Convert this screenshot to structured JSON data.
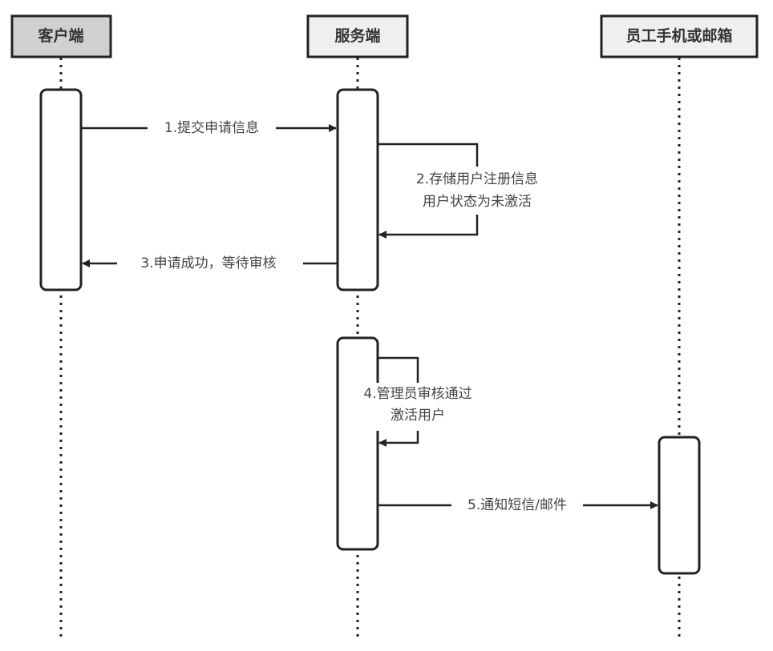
{
  "diagram": {
    "type": "sequence",
    "participants": [
      {
        "id": "client",
        "label": "客户端",
        "fill": "#d0d0d0"
      },
      {
        "id": "server",
        "label": "服务端",
        "fill": "#efefef"
      },
      {
        "id": "staff",
        "label": "员工手机或邮箱",
        "fill": "#efefef"
      }
    ],
    "messages": [
      {
        "step": 1,
        "from": "client",
        "to": "server",
        "kind": "sync",
        "lines": [
          "1.提交申请信息"
        ]
      },
      {
        "step": 2,
        "from": "server",
        "to": "server",
        "kind": "self",
        "lines": [
          "2.存储用户注册信息",
          "用户状态为未激活"
        ]
      },
      {
        "step": 3,
        "from": "server",
        "to": "client",
        "kind": "sync",
        "lines": [
          "3.申请成功，等待审核"
        ]
      },
      {
        "step": 4,
        "from": "server",
        "to": "server",
        "kind": "self",
        "lines": [
          "4.管理员审核通过",
          "激活用户"
        ]
      },
      {
        "step": 5,
        "from": "server",
        "to": "staff",
        "kind": "sync",
        "lines": [
          "5.通知短信/邮件"
        ]
      }
    ]
  }
}
